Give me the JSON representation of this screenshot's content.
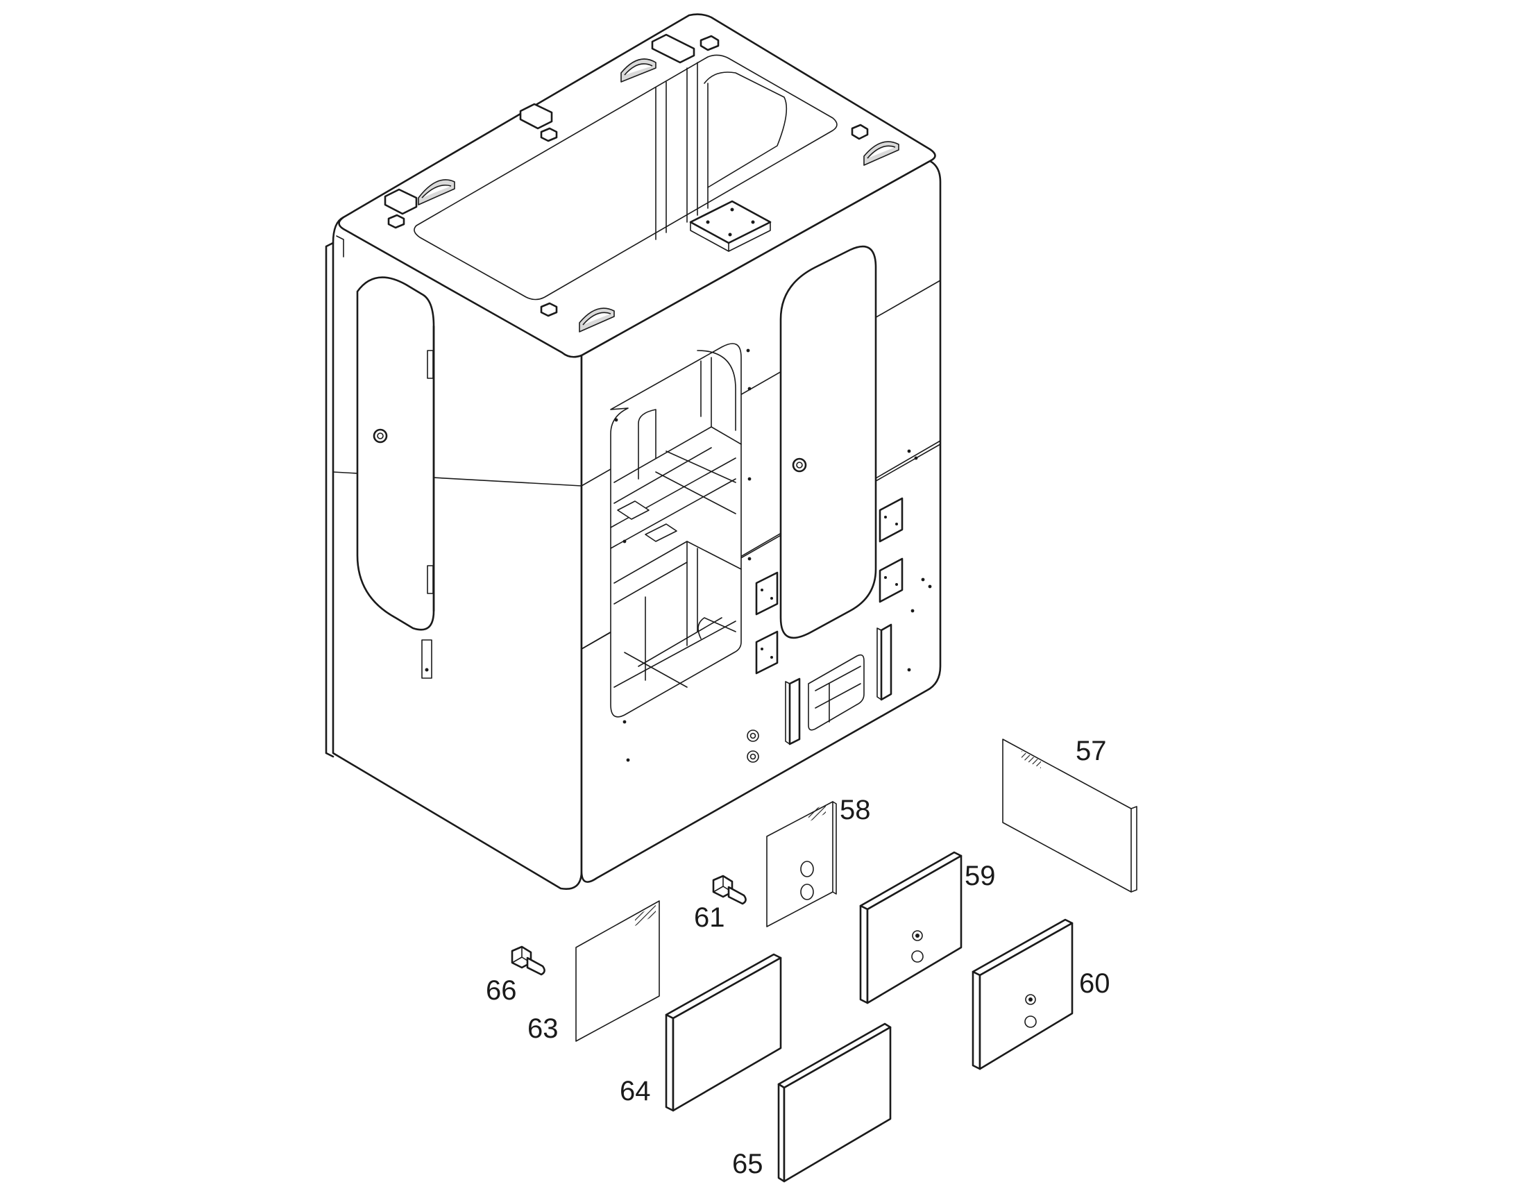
{
  "callouts": {
    "c57": "57",
    "c58": "58",
    "c59": "59",
    "c60": "60",
    "c61": "61",
    "c63": "63",
    "c64": "64",
    "c65": "65",
    "c66": "66"
  },
  "colors": {
    "line": "#1a1a1a",
    "background": "#ffffff"
  }
}
